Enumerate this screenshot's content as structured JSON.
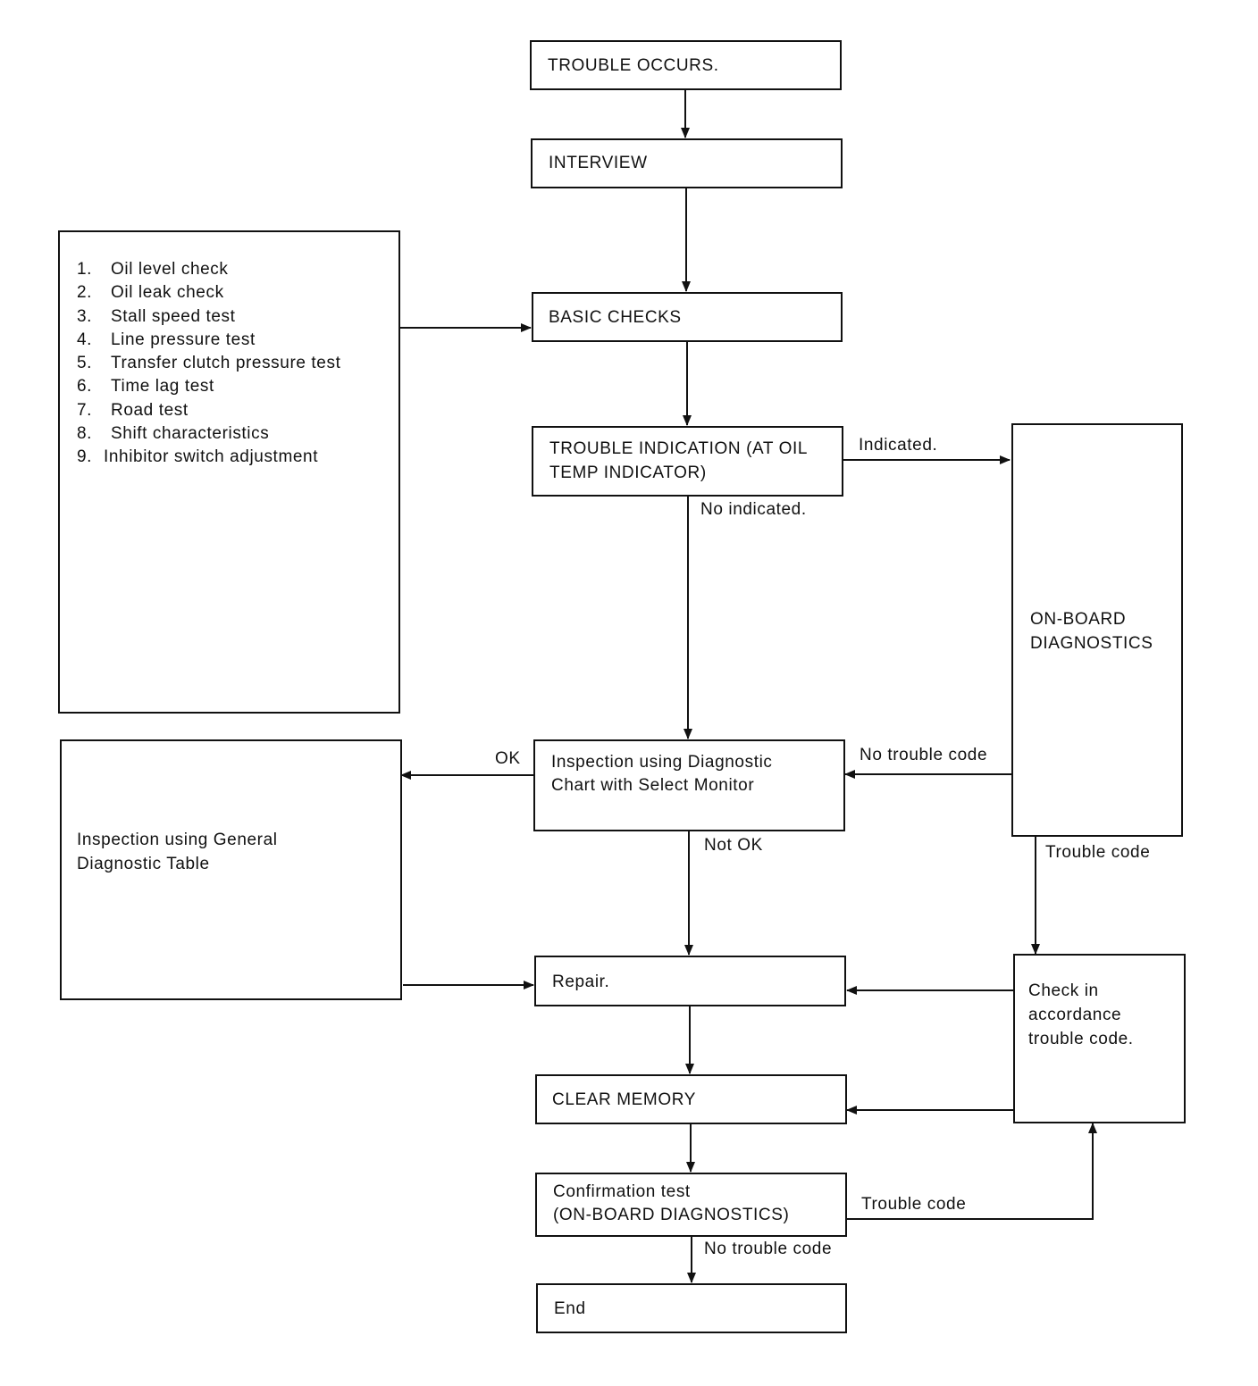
{
  "nodes": {
    "trouble_occurs": "TROUBLE OCCURS.",
    "interview": "INTERVIEW",
    "basic_checks": "BASIC CHECKS",
    "trouble_indication_l1": "TROUBLE INDICATION (AT OIL",
    "trouble_indication_l2": "TEMP INDICATOR)",
    "onboard_l1": "ON-BOARD",
    "onboard_l2": "DIAGNOSTICS",
    "inspection_chart_l1": "Inspection using Diagnostic",
    "inspection_chart_l2": "Chart with Select Monitor",
    "general_table_l1": "Inspection using General",
    "general_table_l2": "Diagnostic Table",
    "repair": "Repair.",
    "check_code_l1": "Check in",
    "check_code_l2": "accordance",
    "check_code_l3": "trouble code.",
    "clear_memory": "CLEAR MEMORY",
    "confirmation_l1": "Confirmation test",
    "confirmation_l2": "(ON-BOARD DIAGNOSTICS)",
    "end": "End"
  },
  "basic_checks_list": [
    {
      "num": "1.",
      "text": "Oil level check"
    },
    {
      "num": "2.",
      "text": "Oil leak check"
    },
    {
      "num": "3.",
      "text": "Stall speed test"
    },
    {
      "num": "4.",
      "text": "Line pressure test"
    },
    {
      "num": "5.",
      "text": "Transfer clutch pressure test"
    },
    {
      "num": "6.",
      "text": "Time lag test"
    },
    {
      "num": "7.",
      "text": "Road test"
    },
    {
      "num": "8.",
      "text": "Shift characteristics"
    },
    {
      "num": "9.",
      "text": "Inhibitor switch adjustment"
    }
  ],
  "edge_labels": {
    "indicated": "Indicated.",
    "no_indicated": "No indicated.",
    "ok": "OK",
    "no_trouble_code_top": "No trouble code",
    "not_ok": "Not OK",
    "trouble_code_onboard": "Trouble code",
    "trouble_code_confirm": "Trouble code",
    "no_trouble_code_bottom": "No trouble code"
  }
}
